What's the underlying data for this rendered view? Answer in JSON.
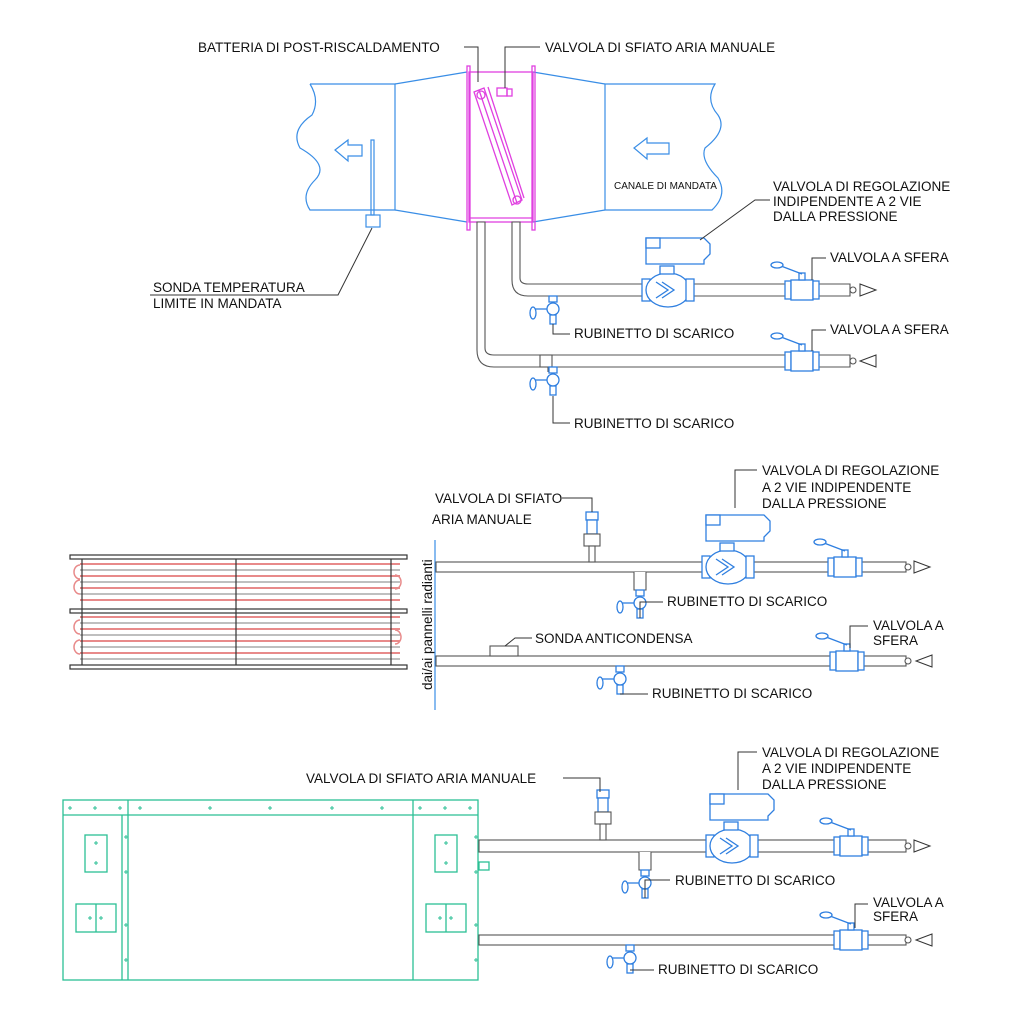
{
  "colors": {
    "duct": "#3a8ee6",
    "coil": "#e040e0",
    "valve": "#2f7fe0",
    "unit": "#2bbf94",
    "panel_tube": "#e88a8a"
  },
  "section1": {
    "coil_label": "BATTERIA DI POST-RISCALDAMENTO",
    "vent_label": "VALVOLA DI SFIATO ARIA MANUALE",
    "duct_label": "CANALE DI MANDATA",
    "sensor_label": [
      "SONDA TEMPERATURA",
      "LIMITE IN MANDATA"
    ],
    "control_valve_label": [
      "VALVOLA DI REGOLAZIONE",
      "INDIPENDENTE  A 2 VIE",
      "DALLA PRESSIONE"
    ],
    "ball_valve_supply_label": "VALVOLA A SFERA",
    "ball_valve_return_label": "VALVOLA A SFERA",
    "drain_supply_label": "RUBINETTO DI SCARICO",
    "drain_return_label": "RUBINETTO DI SCARICO"
  },
  "section2": {
    "vent_label": [
      "VALVOLA DI SFIATO",
      "ARIA MANUALE"
    ],
    "panels_label": "dai/ai pannelli radianti",
    "control_valve_label": [
      "VALVOLA DI REGOLAZIONE",
      "A 2 VIE INDIPENDENTE",
      "DALLA PRESSIONE"
    ],
    "drain_supply_label": "RUBINETTO DI SCARICO",
    "sensor_label": "SONDA ANTICONDENSA",
    "ball_valve_return_label": [
      "VALVOLA A",
      "SFERA"
    ],
    "drain_return_label": "RUBINETTO DI SCARICO"
  },
  "section3": {
    "vent_label": "VALVOLA DI SFIATO ARIA MANUALE",
    "control_valve_label": [
      "VALVOLA DI REGOLAZIONE",
      "A 2 VIE INDIPENDENTE",
      "DALLA PRESSIONE"
    ],
    "drain_supply_label": "RUBINETTO DI SCARICO",
    "ball_valve_return_label": [
      "VALVOLA A",
      "SFERA"
    ],
    "drain_return_label": "RUBINETTO DI SCARICO"
  }
}
